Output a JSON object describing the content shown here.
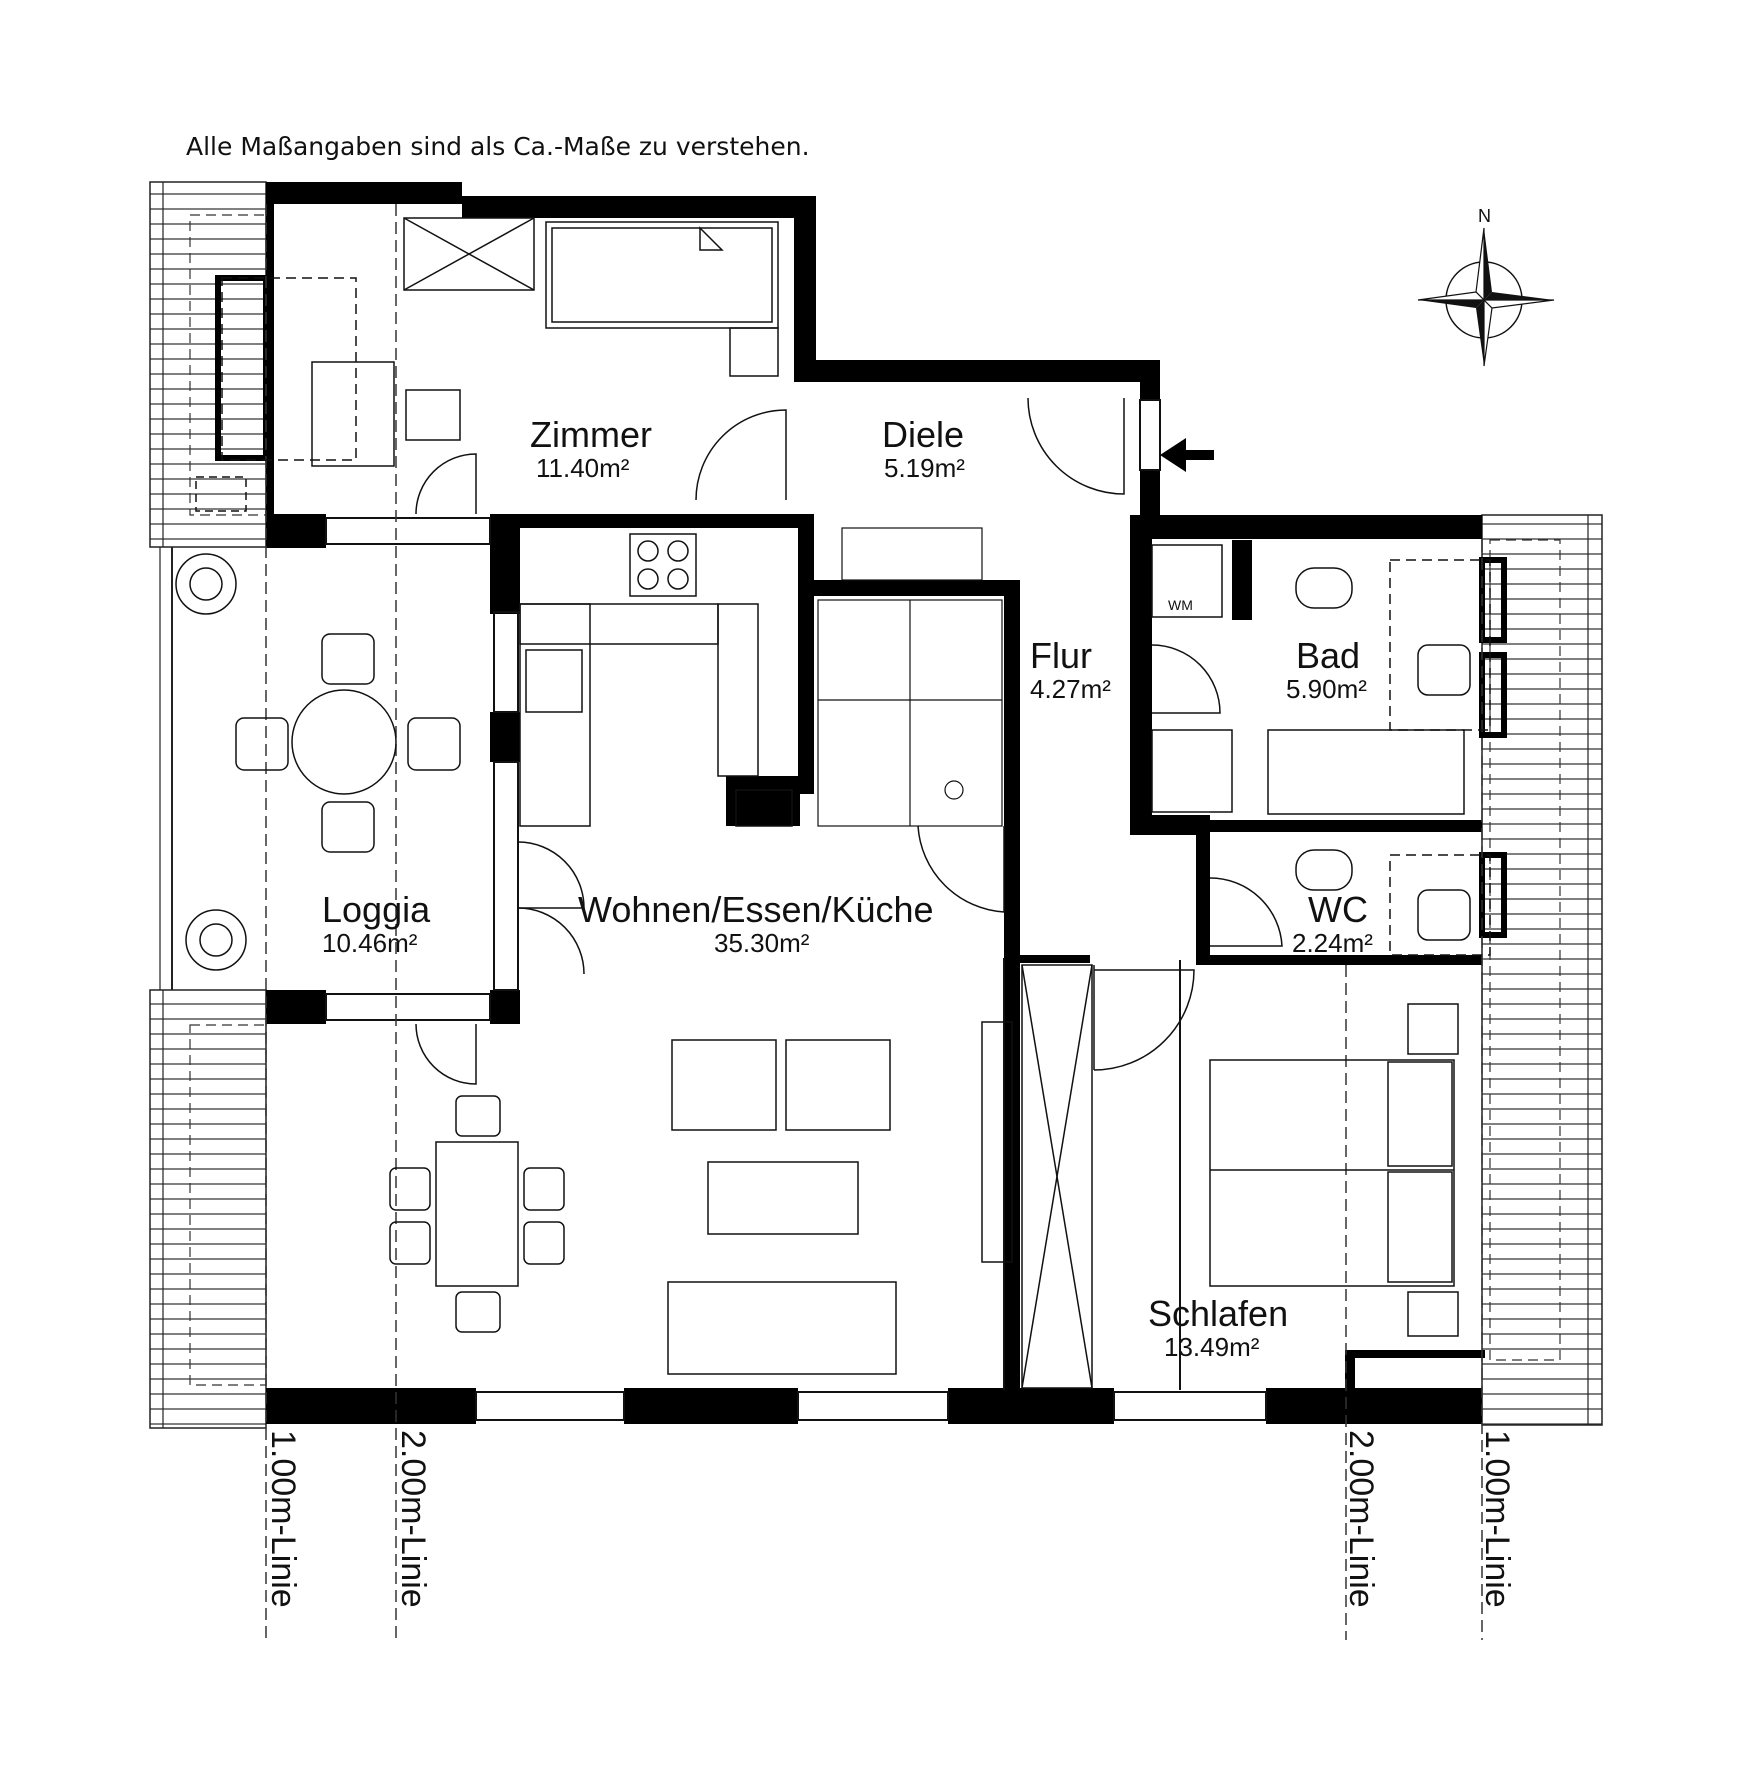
{
  "note": "Alle Maßangaben sind als Ca.-Maße zu verstehen.",
  "compass": {
    "north_label": "N",
    "icon": "compass-rose-icon"
  },
  "entrance": {
    "icon": "entrance-arrow-icon"
  },
  "rooms": [
    {
      "key": "zimmer",
      "name": "Zimmer",
      "area": "11.40m²"
    },
    {
      "key": "diele",
      "name": "Diele",
      "area": "5.19m²"
    },
    {
      "key": "flur",
      "name": "Flur",
      "area": "4.27m²"
    },
    {
      "key": "bad",
      "name": "Bad",
      "area": "5.90m²"
    },
    {
      "key": "loggia",
      "name": "Loggia",
      "area": "10.46m²"
    },
    {
      "key": "wohnen",
      "name": "Wohnen/Essen/Küche",
      "area": "35.30m²"
    },
    {
      "key": "wc",
      "name": "WC",
      "area": "2.24m²"
    },
    {
      "key": "schlafen",
      "name": "Schlafen",
      "area": "13.49m²"
    }
  ],
  "fixtures": {
    "washer_label": "WM"
  },
  "height_lines": [
    {
      "key": "left-1m",
      "label": "1.00m-Linie"
    },
    {
      "key": "left-2m",
      "label": "2.00m-Linie"
    },
    {
      "key": "right-2m",
      "label": "2.00m-Linie"
    },
    {
      "key": "right-1m",
      "label": "1.00m-Linie"
    }
  ]
}
